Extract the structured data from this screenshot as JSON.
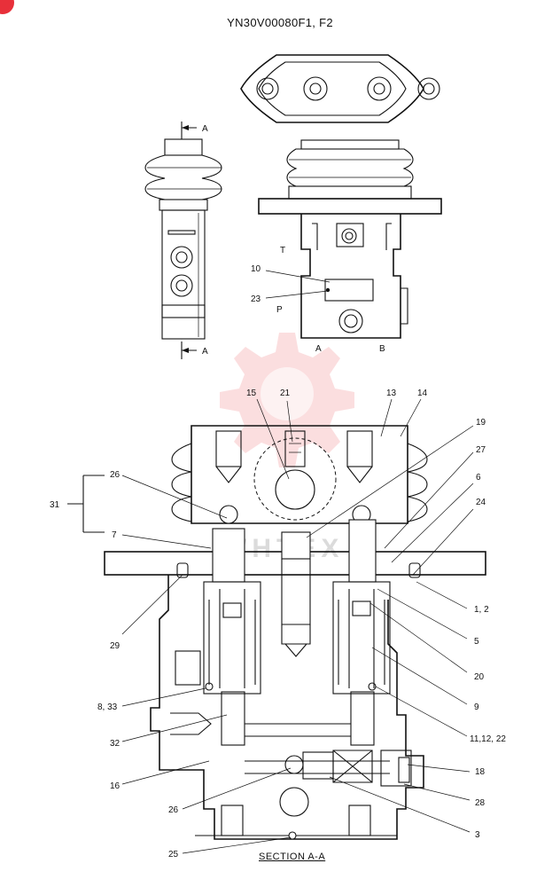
{
  "title": "YN30V00080F1, F2",
  "section_caption": "SECTION  A-A",
  "watermark_text": "WHTEX",
  "section_marks": [
    "A",
    "A"
  ],
  "top_view_port_labels": {
    "t": "T",
    "p": "P",
    "a": "A",
    "b": "B"
  },
  "top_callouts": {
    "c10": "10",
    "c23": "23"
  },
  "section_callouts": {
    "c15": "15",
    "c21": "21",
    "c13": "13",
    "c14": "14",
    "c19": "19",
    "c27": "27",
    "c26a": "26",
    "c6": "6",
    "c31": "31",
    "c24": "24",
    "c7": "7",
    "c12": "1, 2",
    "c29": "29",
    "c5": "5",
    "c20": "20",
    "c833": "8, 33",
    "c9": "9",
    "c111222": "11,12, 22",
    "c32": "32",
    "c18": "18",
    "c16": "16",
    "c28": "28",
    "c26b": "26",
    "c3": "3",
    "c25": "25"
  },
  "colors": {
    "badge": "#e8303a",
    "watermark": "#e8303a",
    "line": "#111111"
  }
}
